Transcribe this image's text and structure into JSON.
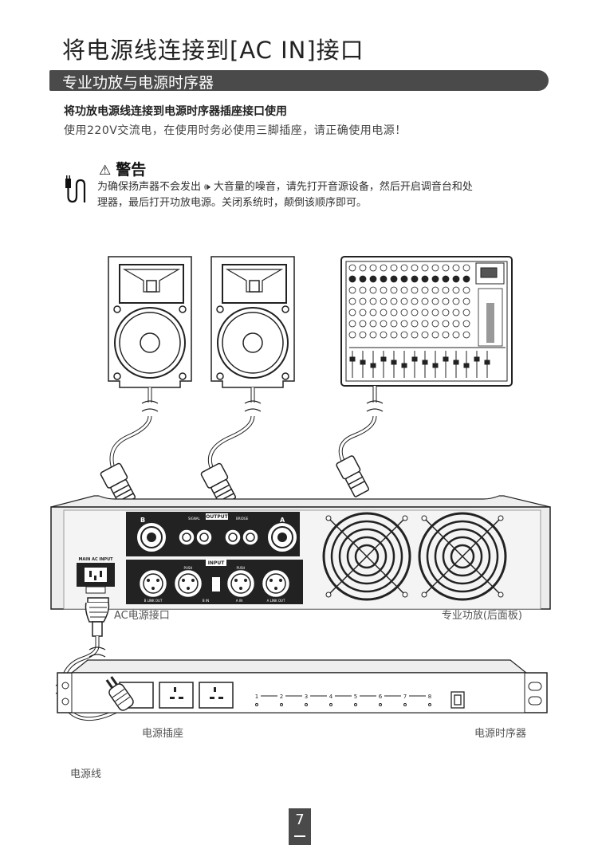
{
  "page": {
    "title": "将电源线连接到[AC IN]接口",
    "section": "专业功放与电源时序器",
    "subtitle_bold": "将功放电源线连接到电源时序器插座接口使用",
    "subtitle_text": "使用220V交流电，在使用时务必使用三脚插座，请正确使用电源！",
    "page_number": "7"
  },
  "warning": {
    "icon": "warning-triangle-icon",
    "title": "警告",
    "line1": "为确保扬声器不会发出",
    "speaker_glyph": "🕪",
    "line1b": "大音量的噪音，请先打开音源设备，然后开启调音台和处",
    "line2": "理器，最后打开功放电源。关闭系统时，颠倒该顺序即可。"
  },
  "diagram": {
    "amp_labels": {
      "output": "OUTPUT",
      "input": "INPUT",
      "main_ac_input": "MAIN AC INPUT",
      "chan_a": "A",
      "chan_b": "B",
      "push_left": "PUSH",
      "push_right": "PUSH",
      "signal": "SIGNAL",
      "bridge": "BRIDGE",
      "b_link_out": "B LINK OUT",
      "a_link_out": "A LINK OUT",
      "b_in": "B IN",
      "a_in": "A IN"
    },
    "sequencer_numbers": [
      "1",
      "2",
      "3",
      "4",
      "5",
      "6",
      "7",
      "8"
    ],
    "captions": {
      "ac_port": "AC电源接口",
      "amp_rear": "专业功放(后面板)",
      "socket": "电源插座",
      "sequencer": "电源时序器",
      "power_cord": "电源线"
    }
  }
}
